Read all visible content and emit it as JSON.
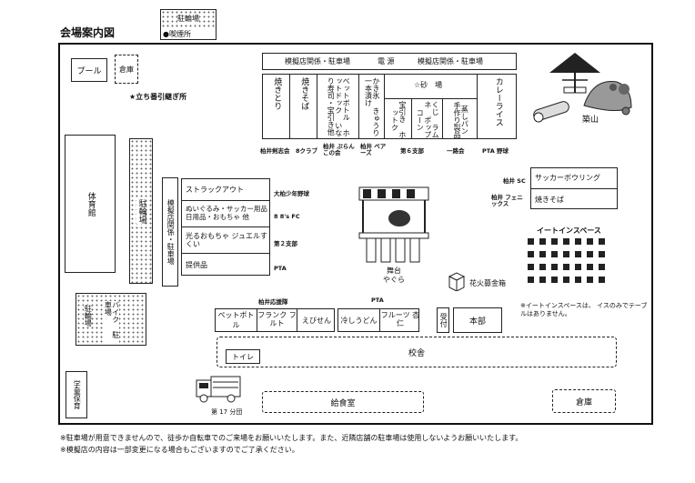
{
  "title": "会場案内図",
  "legend": {
    "parking": "駐輪場",
    "smoking": "●喫煙所"
  },
  "pool": "プール",
  "storage_small": "倉庫",
  "tachiban": "★立ち番引継ぎ所",
  "gym": "体育館",
  "parking_bike": "駐輪場",
  "parking_mogi": "模擬店関係・駐車場",
  "top_strip": {
    "left": "模擬店関係・駐車場",
    "center": "電 源",
    "right": "模擬店関係・駐車場"
  },
  "top_stalls": [
    {
      "label": "焼きとり"
    },
    {
      "label": "焼きそば"
    },
    {
      "label": "ベットボトル ホットドック いなり寿司・宝引き他"
    },
    {
      "label": "かき氷 きゅうり一本漬け"
    },
    {
      "label": "宝引き ホットク"
    },
    {
      "label": "くじ ラムネ ポップコーン"
    },
    {
      "label": "蒸しパン 手作り製品"
    },
    {
      "label": "カレーライス"
    }
  ],
  "suna_label": "☆砂　場",
  "top_groups": [
    {
      "name": "柏井剣志会"
    },
    {
      "name": "8クラブ"
    },
    {
      "name": "柏井 ぷらんこの会"
    },
    {
      "name": "柏井 ベアーズ"
    },
    {
      "name": "第６支部"
    },
    {
      "name": "一路会"
    },
    {
      "name": "PTA 野球"
    }
  ],
  "mid_stalls": [
    {
      "label": "ストラックアウト",
      "group": "大柏少年野球"
    },
    {
      "label": "ぬいぐるみ・サッカー用品 日用品・おもちゃ 他",
      "group": "8 8's FC"
    },
    {
      "label": "光るおもちゃ ジュエルすくい",
      "group": "第２支部"
    },
    {
      "label": "提供品",
      "group": "PTA"
    }
  ],
  "right_stalls": [
    {
      "group": "柏井 SC",
      "label": "サッカーボウリング"
    },
    {
      "group": "柏井 フェニックス",
      "label": "焼きそば"
    }
  ],
  "stage": {
    "name": "舞台",
    "sub": "やぐら"
  },
  "eatin": {
    "title": "イートインスペース",
    "note": "※イートインスペースは、 イスのみでテーブルはありません。"
  },
  "tsukiyama": "築山",
  "hanabi": "花火募金箱",
  "uketsuke": "受付",
  "honbu": "本部",
  "bottom_groups": {
    "left": "柏井応援隊",
    "right": "PTA"
  },
  "bottom_stalls_left": [
    "ペットボトル",
    "フランク フルト",
    "えびせん"
  ],
  "bottom_stalls_right": [
    "冷しうどん",
    "フルーツ 杏仁"
  ],
  "bike_left": {
    "a": "駐輪場",
    "b": "バイク 駐車場"
  },
  "school": "校舎",
  "toilet": "トイレ",
  "gakudo": "学童保育",
  "fire": "第 17 分団",
  "kitchen": "給食室",
  "storage_big": "倉庫",
  "footer": [
    "※駐車場が用意できませんので、徒歩か自転車でのご来場をお願いいたします。また、近隣店舗の駐車場は使用しないようお願いいたします。",
    "※模擬店の内容は一部変更になる場合もございますのでご了承ください。"
  ]
}
